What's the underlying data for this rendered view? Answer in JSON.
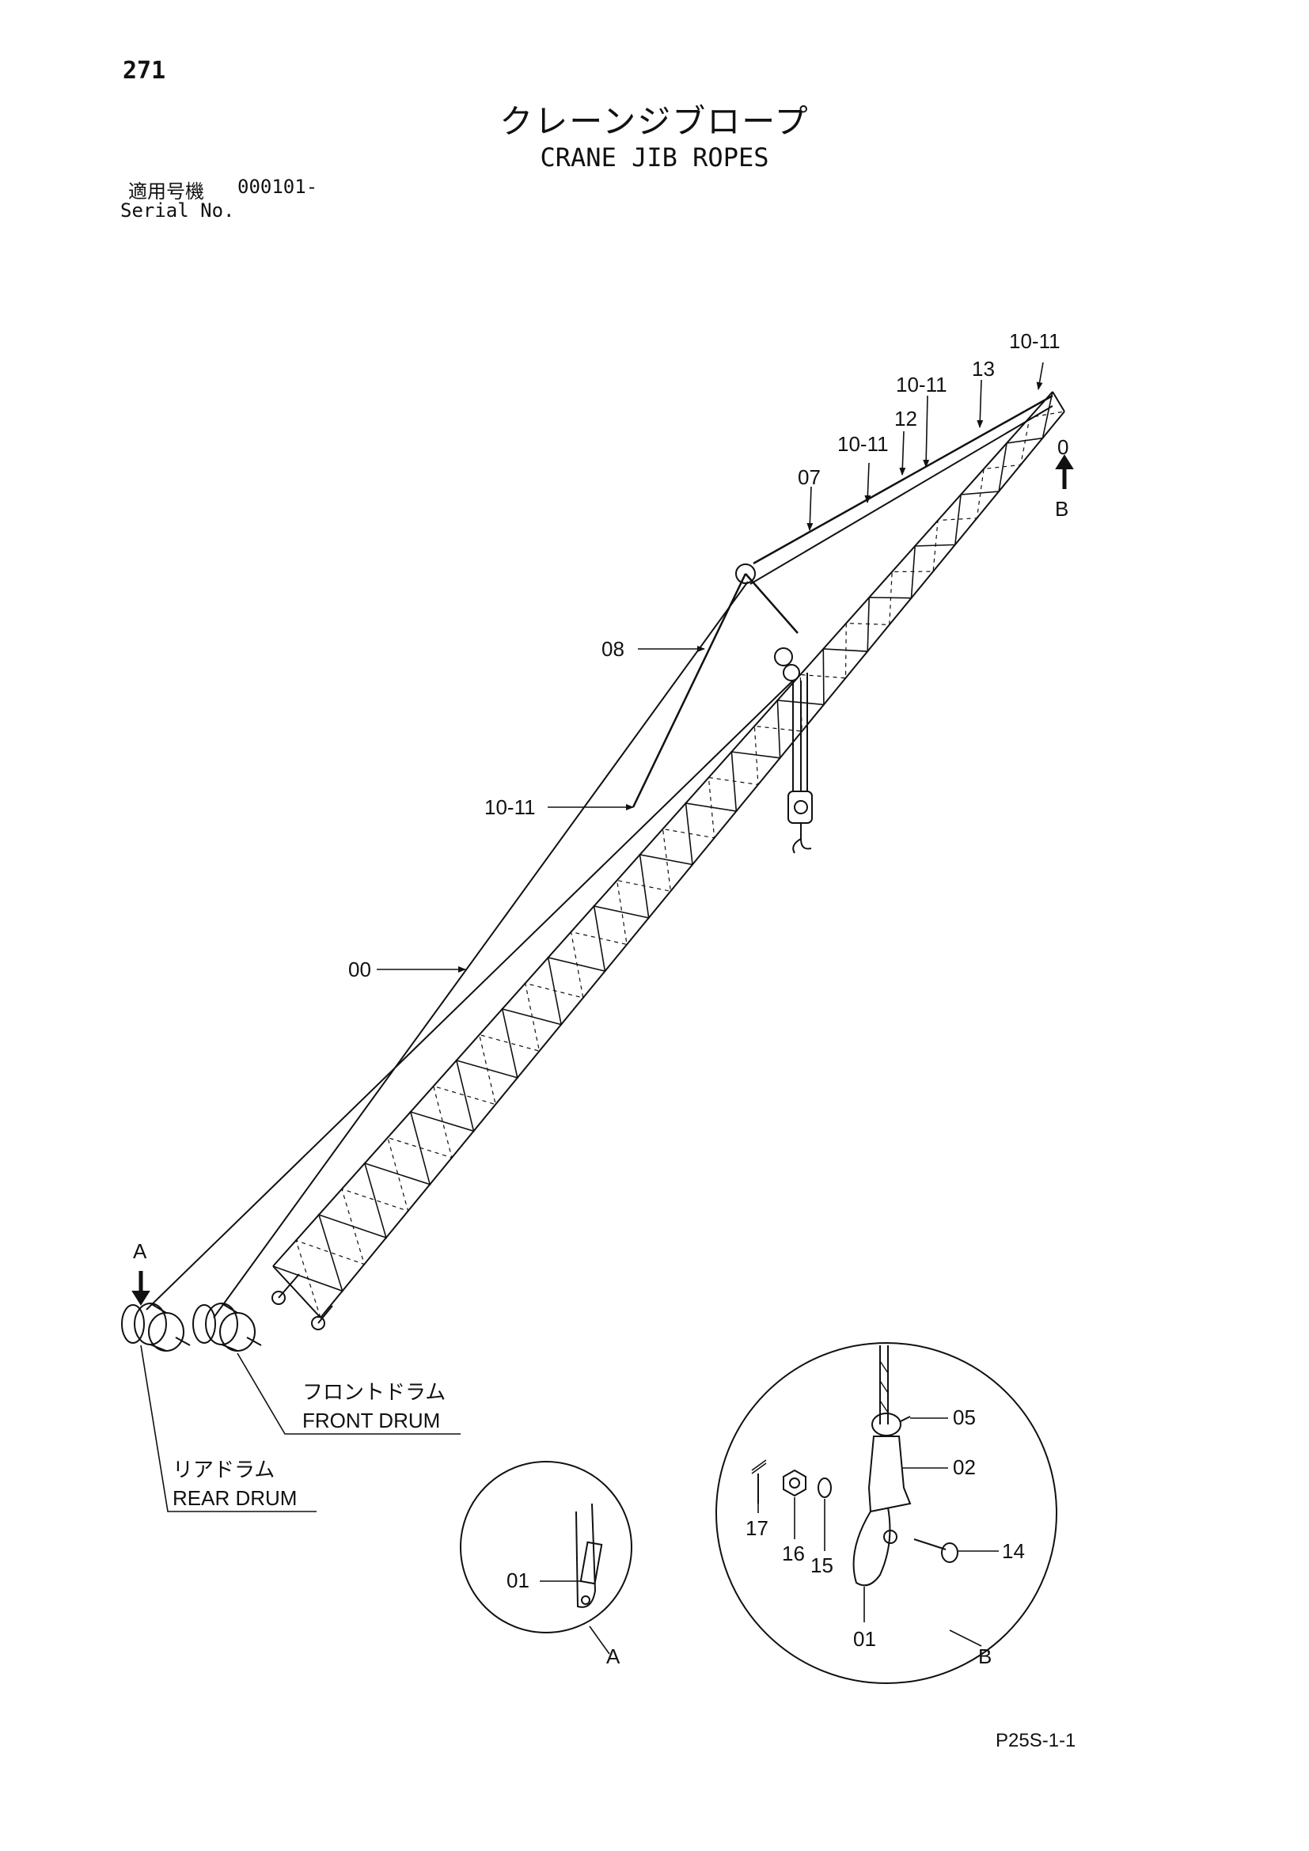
{
  "page": {
    "number": "271"
  },
  "title": {
    "japanese": "クレーンジブロープ",
    "english": "CRANE JIB ROPES"
  },
  "serial": {
    "label_ja": "適用号機",
    "value": "000101-",
    "label_en": "Serial No."
  },
  "drums": {
    "front_ja": "フロントドラム",
    "front_en": "FRONT DRUM",
    "rear_ja": "リアドラム",
    "rear_en": "REAR DRUM"
  },
  "views": {
    "a": "A",
    "b": "B"
  },
  "callouts": {
    "c1011_top": "10-11",
    "c13": "13",
    "c1011_second": "10-11",
    "c12": "12",
    "c1011_third": "10-11",
    "c07": "07",
    "c0": "0",
    "c08": "08",
    "c1011_mid": "10-11",
    "c00": "00",
    "detailA_01": "01",
    "detailB_05": "05",
    "detailB_02": "02",
    "detailB_17": "17",
    "detailB_16": "16",
    "detailB_15": "15",
    "detailB_14": "14",
    "detailB_01": "01"
  },
  "doc_ref": "P25S-1-1"
}
